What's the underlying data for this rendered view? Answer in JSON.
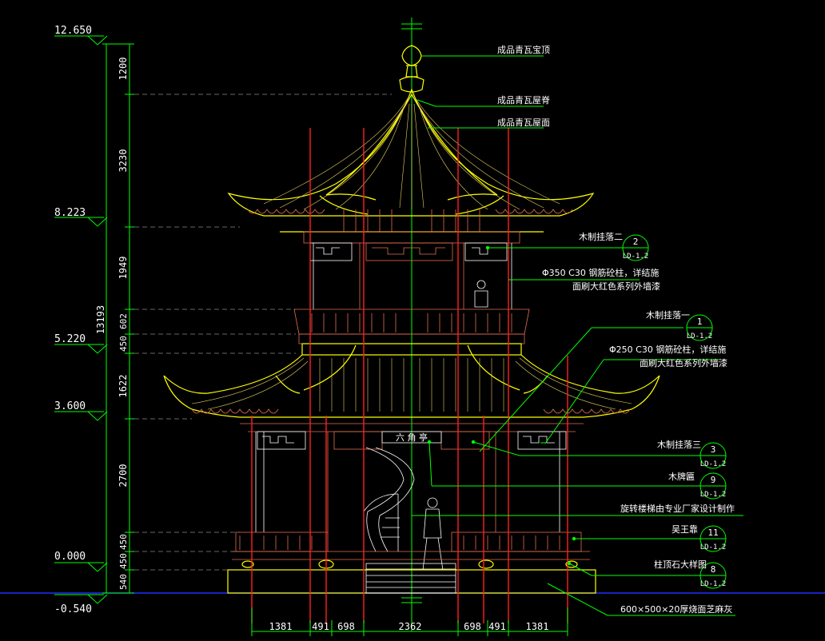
{
  "elevations": [
    {
      "label": "12.650"
    },
    {
      "label": "8.223"
    },
    {
      "label": "5.220"
    },
    {
      "label": "3.600"
    },
    {
      "label": "0.000"
    },
    {
      "label": "-0.540"
    }
  ],
  "vertical_dims": [
    "1200",
    "3230",
    "1949",
    "602",
    "450",
    "1622",
    "2700",
    "450",
    "450",
    "540"
  ],
  "overall_height": "13193",
  "bottom_dims": [
    "1381",
    "491",
    "698",
    "2362",
    "698",
    "491",
    "1381"
  ],
  "plaque_text": "六 角 亭",
  "callouts": {
    "finial": "成品青瓦宝顶",
    "ridge": "成品青瓦屋脊",
    "roof": "成品青瓦屋面",
    "c1_label": "木制挂落二",
    "c1_num": "2",
    "c1_ref": "LD-1.2",
    "col_upper_1": "Φ350  C30 钢筋砼柱，详结施",
    "col_upper_2": "面刷大红色系列外墙漆",
    "c2_label": "木制挂落一",
    "c2_num": "1",
    "c2_ref": "LD-1.2",
    "col_lower_1": "Φ250  C30 钢筋砼柱，详结施",
    "col_lower_2": "面刷大红色系列外墙漆",
    "c3_label": "木制挂落三",
    "c3_num": "3",
    "c3_ref": "LD-1.2",
    "c4_label": "木牌匾",
    "c4_num": "9",
    "c4_ref": "LD-1.2",
    "stair": "旋转楼梯由专业厂家设计制作",
    "c5_label": "吴王靠",
    "c5_num": "11",
    "c5_ref": "LD-1.2",
    "c6_label": "柱顶石大样图",
    "c6_num": "8",
    "c6_ref": "LD-1.2",
    "paving": "600×500×20厚烧面芝麻灰"
  }
}
